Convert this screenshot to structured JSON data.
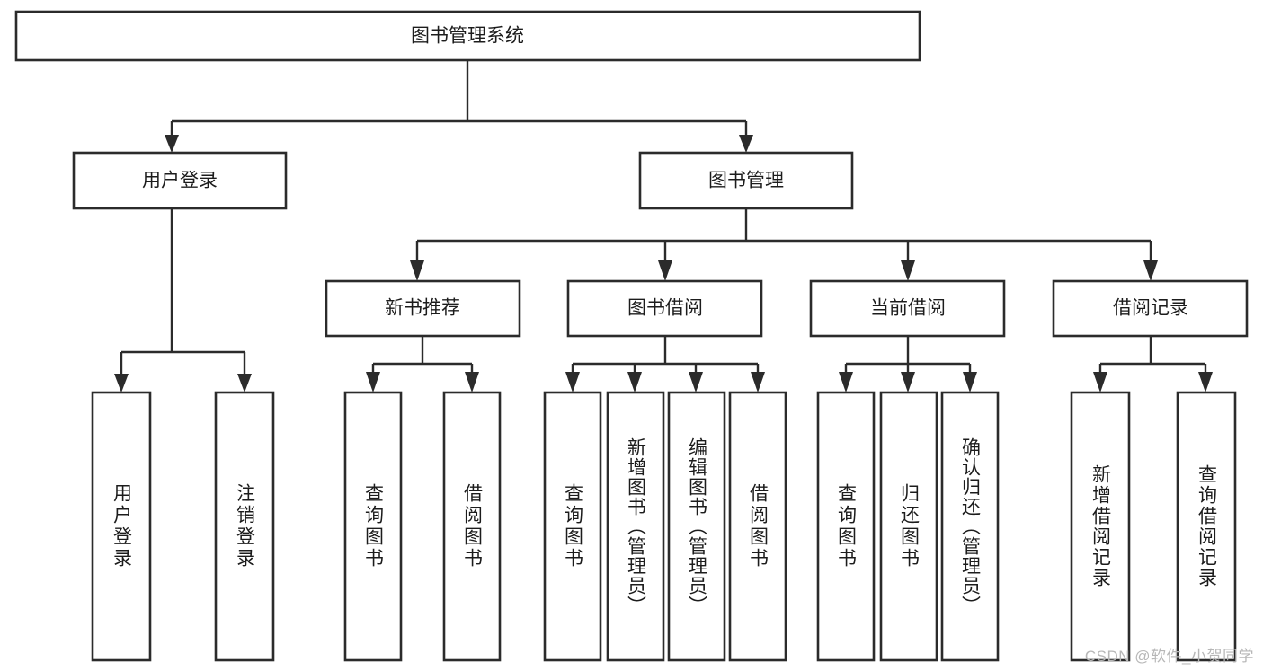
{
  "diagram": {
    "title": "图书管理系统",
    "type": "tree-hierarchy",
    "watermark": "CSDN @软件_小贺同学",
    "colors": {
      "background": "#ffffff",
      "box_stroke": "#2b2b2b",
      "box_fill": "#ffffff",
      "text": "#1c1c1c",
      "watermark": "#b7b7b7"
    },
    "root": {
      "label": "图书管理系统"
    },
    "level2": [
      {
        "label": "用户登录"
      },
      {
        "label": "图书管理"
      }
    ],
    "level3": [
      {
        "label": "新书推荐"
      },
      {
        "label": "图书借阅"
      },
      {
        "label": "当前借阅"
      },
      {
        "label": "借阅记录"
      }
    ],
    "leaves": [
      {
        "label": "用户登录",
        "parent": "用户登录"
      },
      {
        "label": "注销登录",
        "parent": "用户登录"
      },
      {
        "label": "查询图书",
        "parent": "新书推荐"
      },
      {
        "label": "借阅图书",
        "parent": "新书推荐"
      },
      {
        "label": "查询图书",
        "parent": "图书借阅"
      },
      {
        "label": "新增图书（管理员）",
        "parent": "图书借阅"
      },
      {
        "label": "编辑图书（管理员）",
        "parent": "图书借阅"
      },
      {
        "label": "借阅图书",
        "parent": "图书借阅"
      },
      {
        "label": "查询图书",
        "parent": "当前借阅"
      },
      {
        "label": "归还图书",
        "parent": "当前借阅"
      },
      {
        "label": "确认归还（管理员）",
        "parent": "当前借阅"
      },
      {
        "label": "新增借阅记录",
        "parent": "借阅记录"
      },
      {
        "label": "查询借阅记录",
        "parent": "借阅记录"
      }
    ]
  },
  "chart_data": {
    "type": "table",
    "title": "图书管理系统",
    "structure": "hierarchy",
    "nodes": [
      {
        "id": "root",
        "label": "图书管理系统",
        "level": 0,
        "parent": null
      },
      {
        "id": "n1",
        "label": "用户登录",
        "level": 1,
        "parent": "root"
      },
      {
        "id": "n2",
        "label": "图书管理",
        "level": 1,
        "parent": "root"
      },
      {
        "id": "n1a",
        "label": "用户登录",
        "level": 2,
        "parent": "n1"
      },
      {
        "id": "n1b",
        "label": "注销登录",
        "level": 2,
        "parent": "n1"
      },
      {
        "id": "n2a",
        "label": "新书推荐",
        "level": 2,
        "parent": "n2"
      },
      {
        "id": "n2b",
        "label": "图书借阅",
        "level": 2,
        "parent": "n2"
      },
      {
        "id": "n2c",
        "label": "当前借阅",
        "level": 2,
        "parent": "n2"
      },
      {
        "id": "n2d",
        "label": "借阅记录",
        "level": 2,
        "parent": "n2"
      },
      {
        "id": "n2a1",
        "label": "查询图书",
        "level": 3,
        "parent": "n2a"
      },
      {
        "id": "n2a2",
        "label": "借阅图书",
        "level": 3,
        "parent": "n2a"
      },
      {
        "id": "n2b1",
        "label": "查询图书",
        "level": 3,
        "parent": "n2b"
      },
      {
        "id": "n2b2",
        "label": "新增图书（管理员）",
        "level": 3,
        "parent": "n2b"
      },
      {
        "id": "n2b3",
        "label": "编辑图书（管理员）",
        "level": 3,
        "parent": "n2b"
      },
      {
        "id": "n2b4",
        "label": "借阅图书",
        "level": 3,
        "parent": "n2b"
      },
      {
        "id": "n2c1",
        "label": "查询图书",
        "level": 3,
        "parent": "n2c"
      },
      {
        "id": "n2c2",
        "label": "归还图书",
        "level": 3,
        "parent": "n2c"
      },
      {
        "id": "n2c3",
        "label": "确认归还（管理员）",
        "level": 3,
        "parent": "n2c"
      },
      {
        "id": "n2d1",
        "label": "新增借阅记录",
        "level": 3,
        "parent": "n2d"
      },
      {
        "id": "n2d2",
        "label": "查询借阅记录",
        "level": 3,
        "parent": "n2d"
      }
    ]
  }
}
